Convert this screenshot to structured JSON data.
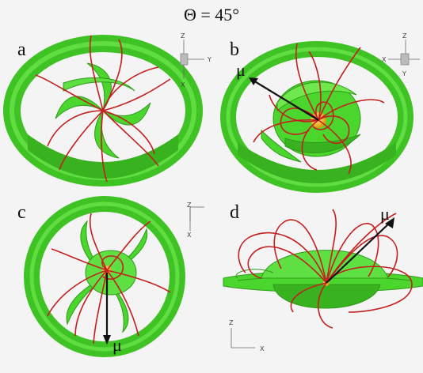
{
  "figure": {
    "title": "Θ = 45°",
    "panels": [
      {
        "label": "a",
        "axes": [
          "Z",
          "Y",
          "X"
        ]
      },
      {
        "label": "b",
        "axes": [
          "Z",
          "X",
          "Y"
        ],
        "vector_label": "μ"
      },
      {
        "label": "c",
        "axes": [
          "Z",
          "X"
        ],
        "vector_label": "μ"
      },
      {
        "label": "d",
        "axes": [
          "Z",
          "X"
        ],
        "vector_label": "μ"
      }
    ]
  },
  "colors": {
    "surface": "#4ad62c",
    "surface_dark": "#2f9a1c",
    "field_lines": "#c41f1f",
    "star": "#e8c21a",
    "background": "#f4f4f4"
  }
}
